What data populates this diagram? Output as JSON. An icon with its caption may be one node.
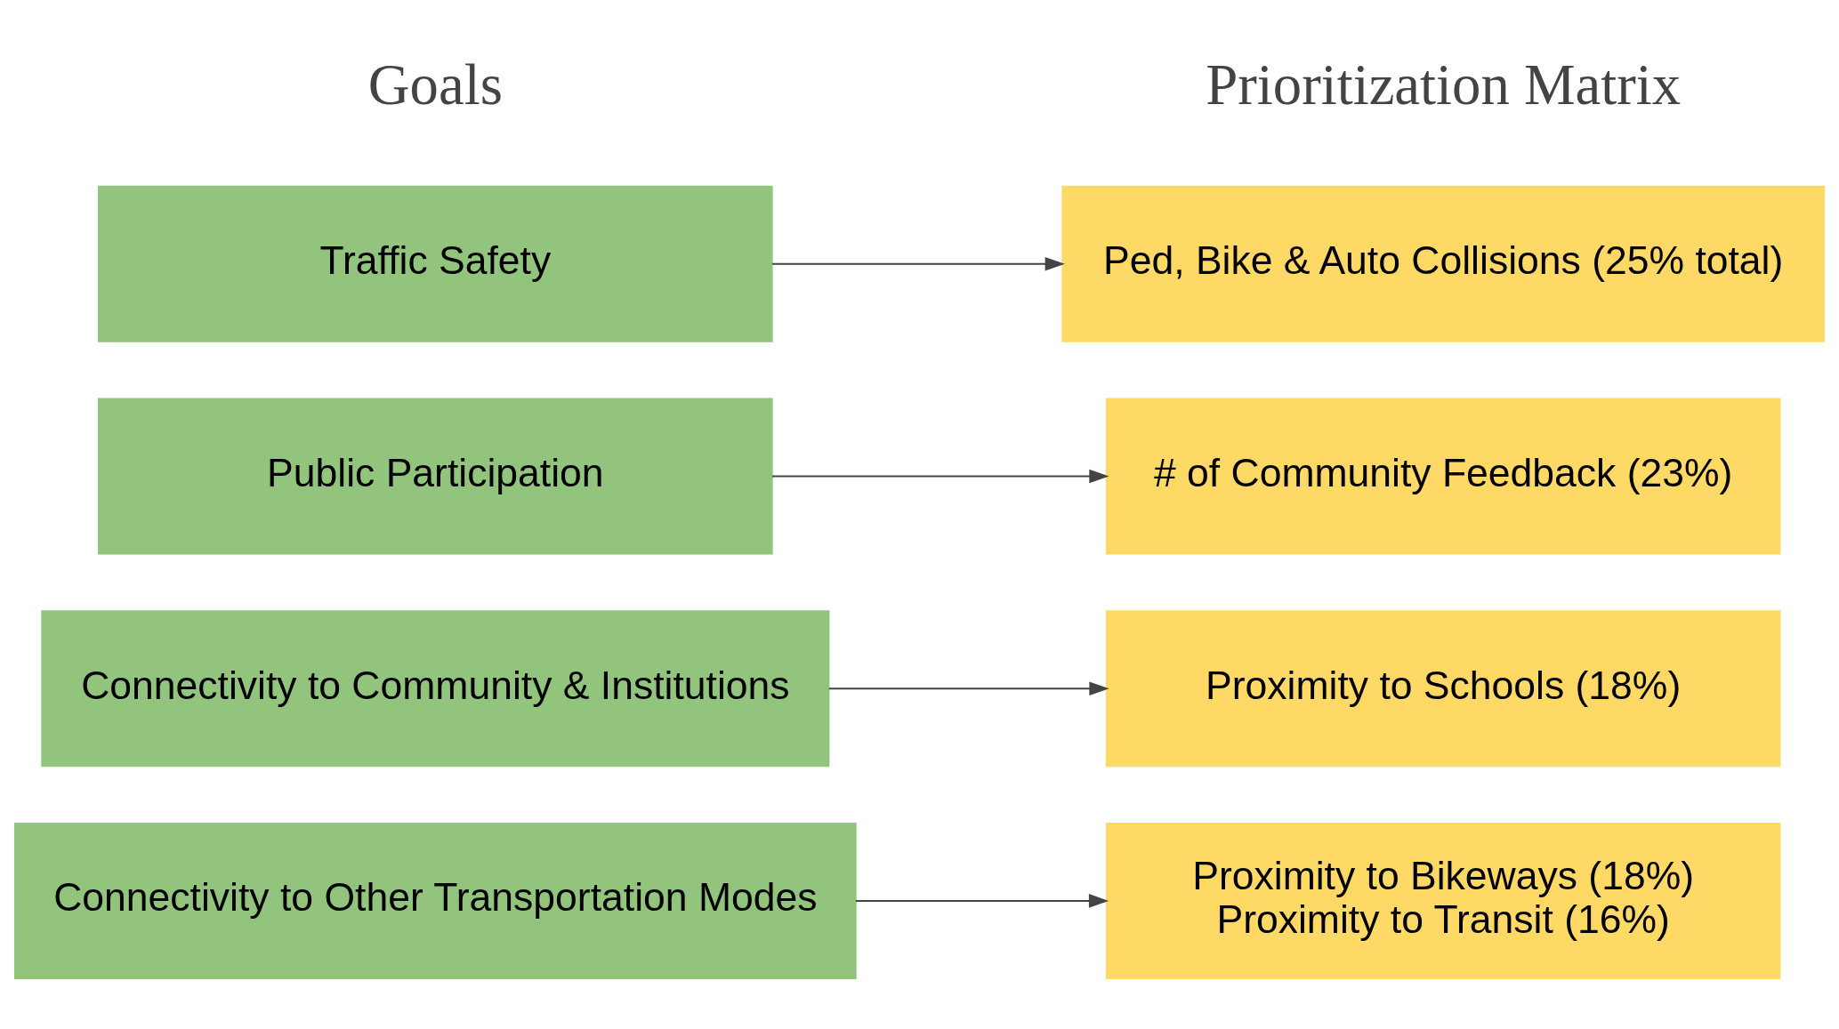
{
  "diagram": {
    "nodes": [
      {
        "text": [
          "Traffic Safety"
        ]
      },
      {
        "text": [
          "Public Participation"
        ]
      },
      {
        "text": [
          "Connectivity to Community & Institutions"
        ]
      },
      {
        "text": [
          "Connectivity to Other Transportation Modes"
        ]
      },
      {
        "text": [
          "Ped, Bike & Auto Collisions (25% total)"
        ]
      },
      {
        "text": [
          "# of Community Feedback (23%)"
        ]
      },
      {
        "text": [
          "Proximity to Schools (18%)"
        ]
      },
      {
        "text": [
          "Proximity to Bikeways (18%)",
          "Proximity to Transit (16%)"
        ]
      }
    ],
    "edges": [
      {
        "from": 0,
        "to": 4,
        "arrow": "to"
      },
      {
        "from": 1,
        "to": 5,
        "arrow": "to"
      },
      {
        "from": 2,
        "to": 6,
        "arrow": "to"
      },
      {
        "from": 3,
        "to": 7,
        "arrow": "to"
      }
    ],
    "labels": [
      "Goals",
      "Prioritization Matrix"
    ]
  }
}
